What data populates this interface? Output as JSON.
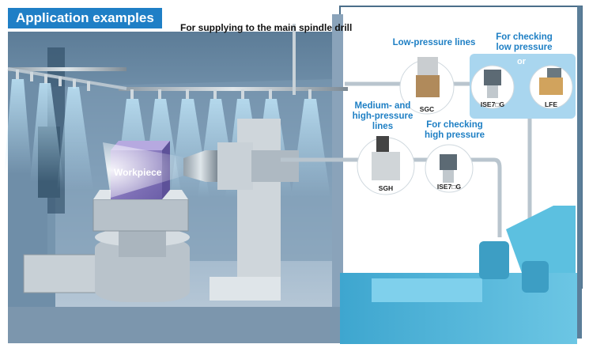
{
  "header": {
    "title": "Application examples"
  },
  "labels": {
    "spindle": "For supplying to the main spindle drill",
    "low_pressure_lines": "Low-pressure lines",
    "checking_low_l1": "For checking",
    "checking_low_l2": "low pressure",
    "or": "or",
    "medium_high_l1": "Medium- and",
    "medium_high_l2": "high-pressure lines",
    "checking_high_l1": "For checking",
    "checking_high_l2": "high pressure",
    "workpiece": "Workpiece"
  },
  "products": {
    "sgc": "SGC",
    "ise7g_low": "ISE7□G",
    "lfe": "LFE",
    "sgh": "SGH",
    "ise7g_high": "ISE7□G"
  },
  "colors": {
    "accent_blue": "#1f7fc6",
    "enclosure": "#9ab0c6",
    "floor": "#a9bccd",
    "conveyor": "#4fb3d6"
  }
}
